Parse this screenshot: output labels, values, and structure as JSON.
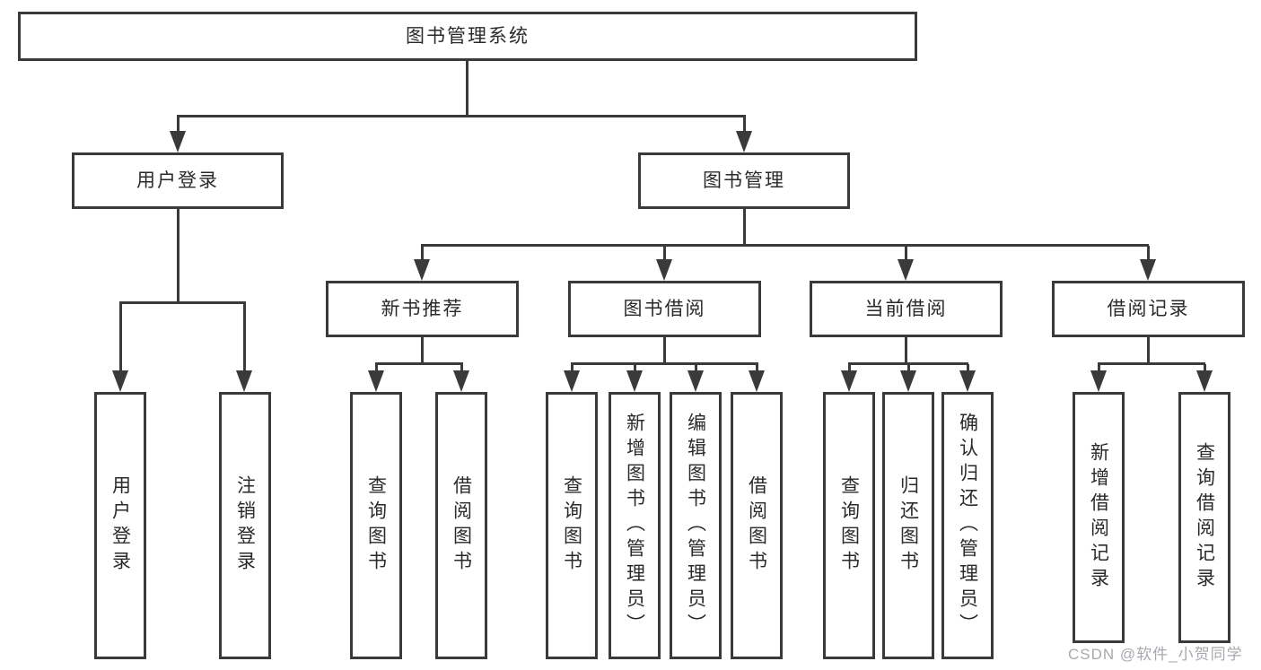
{
  "tree": {
    "label": "图书管理系统",
    "children": [
      {
        "label": "用户登录",
        "children": [
          {
            "label": "用户登录"
          },
          {
            "label": "注销登录"
          }
        ]
      },
      {
        "label": "图书管理",
        "children": [
          {
            "label": "新书推荐",
            "children": [
              {
                "label": "查询图书"
              },
              {
                "label": "借阅图书"
              }
            ]
          },
          {
            "label": "图书借阅",
            "children": [
              {
                "label": "查询图书"
              },
              {
                "label": "新增图书（管理员）"
              },
              {
                "label": "编辑图书（管理员）"
              },
              {
                "label": "借阅图书"
              }
            ]
          },
          {
            "label": "当前借阅",
            "children": [
              {
                "label": "查询图书"
              },
              {
                "label": "归还图书"
              },
              {
                "label": "确认归还（管理员）"
              }
            ]
          },
          {
            "label": "借阅记录",
            "children": [
              {
                "label": "新增借阅记录"
              },
              {
                "label": "查询借阅记录"
              }
            ]
          }
        ]
      }
    ]
  },
  "watermark": "CSDN @软件_小贺同学",
  "colors": {
    "line": "#3a3a3a",
    "text": "#2a2a2a",
    "box_bg": "#ffffff",
    "page_bg": "#ffffff",
    "watermark": "#a8a8ae"
  }
}
